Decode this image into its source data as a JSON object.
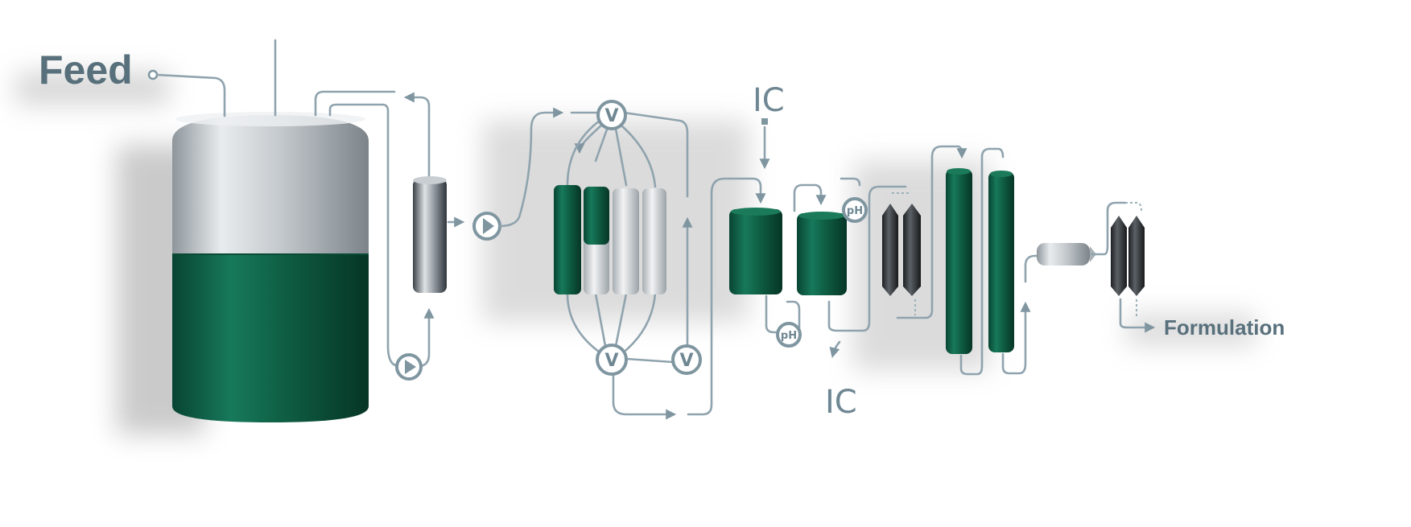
{
  "labels": {
    "feed": "Feed",
    "formulation": "Formulation",
    "ic_top": "IC",
    "ic_bottom": "IC"
  },
  "instruments": {
    "valve_top": "V",
    "valve_bottom_left": "V",
    "valve_bottom_right": "V",
    "ph_upper": "pH",
    "ph_lower": "pH"
  },
  "colors": {
    "process_green": "#0e5b41",
    "steel": "#bfc4c8",
    "pipe": "#8fa3ae",
    "label": "#58707c",
    "resin_black": "#2a2d30"
  }
}
